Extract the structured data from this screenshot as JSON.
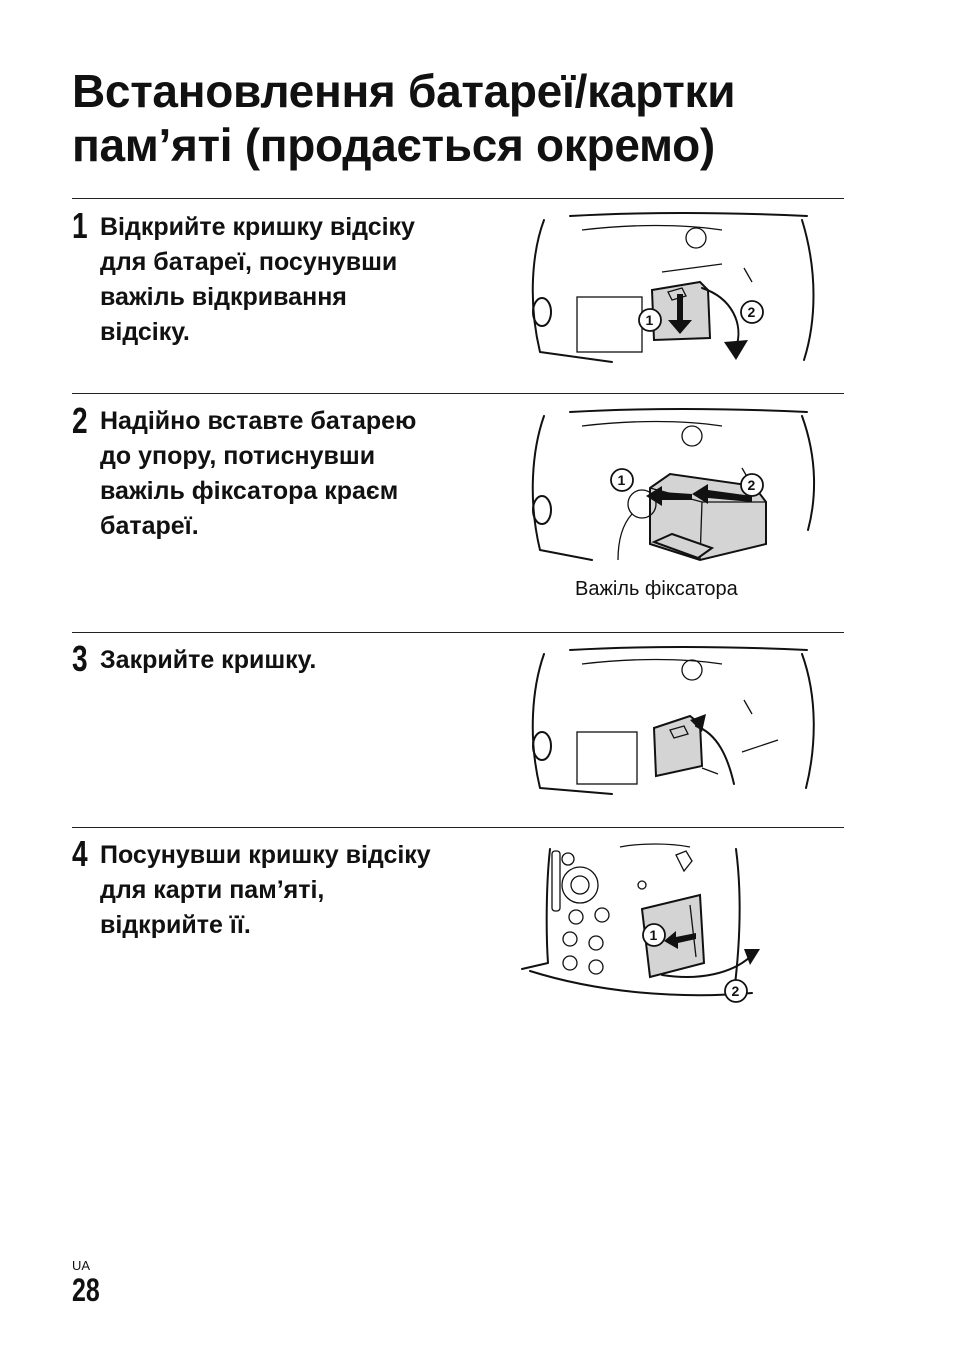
{
  "page": {
    "title_line1": "Встановлення батареї/картки",
    "title_line2": "пам’яті (продається окремо)"
  },
  "steps": [
    {
      "number": "1",
      "line1": "Відкрийте кришку відсіку",
      "line2": "для батареї, посунувши",
      "line3": "важіль відкривання",
      "line4": "відсіку."
    },
    {
      "number": "2",
      "line1": "Надійно вставте батарею",
      "line2": "до упору, потиснувши",
      "line3": "важіль фіксатора краєм",
      "line4": "батареї."
    },
    {
      "number": "3",
      "line1": "Закрийте кришку."
    },
    {
      "number": "4",
      "line1": "Посунувши кришку відсіку",
      "line2": "для карти пам’яті,",
      "line3": "відкрийте її."
    }
  ],
  "illustrations": {
    "callout_1": "1",
    "callout_2": "2",
    "lock_lever_caption": "Важіль фіксатора",
    "icons": [
      "battery-cover-open-illustration",
      "battery-insert-illustration",
      "battery-cover-close-illustration",
      "memory-card-cover-illustration"
    ]
  },
  "footer": {
    "language": "UA",
    "page_number": "28"
  }
}
